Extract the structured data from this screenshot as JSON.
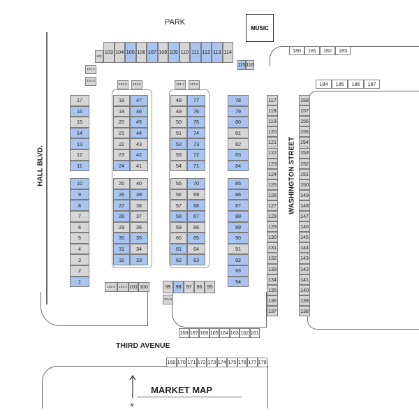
{
  "labels": {
    "park": "PARK",
    "music": "MUSIC",
    "hall": "HALL BLVD.",
    "washington": "WASHINGTON STREET",
    "third_avenue": "THIRD AVENUE",
    "market_map": "MARKET MAP",
    "north": "N"
  },
  "colors": {
    "blue": "#a9c4ee",
    "gray": "#d6d6d6",
    "white": "#ffffff"
  },
  "stall_groups": {
    "left_column": [
      "17",
      "16",
      "15",
      "14",
      "13",
      "12",
      "11",
      "",
      "10",
      "9",
      "8",
      "7",
      "6",
      "5",
      "4",
      "3",
      "2",
      "1"
    ],
    "block_a_left": [
      "18",
      "19",
      "20",
      "21",
      "22",
      "23",
      "24",
      "",
      "25",
      "26",
      "27",
      "28",
      "29",
      "30",
      "31",
      "32"
    ],
    "block_a_right": [
      "47",
      "46",
      "45",
      "44",
      "43",
      "42",
      "41",
      "",
      "40",
      "39",
      "38",
      "37",
      "36",
      "35",
      "34",
      "33"
    ],
    "block_b_left": [
      "48",
      "49",
      "50",
      "51",
      "52",
      "53",
      "54",
      "",
      "55",
      "56",
      "57",
      "58",
      "59",
      "60",
      "61",
      "62"
    ],
    "block_b_right": [
      "77",
      "76",
      "75",
      "74",
      "73",
      "72",
      "71",
      "",
      "70",
      "69",
      "68",
      "67",
      "66",
      "65",
      "64",
      "63"
    ],
    "right_inner_column": [
      "78",
      "79",
      "80",
      "81",
      "82",
      "83",
      "84",
      "",
      "85",
      "86",
      "87",
      "88",
      "89",
      "90",
      "91",
      "92",
      "93",
      "94"
    ],
    "washington_left": [
      "117",
      "118",
      "119",
      "120",
      "121",
      "122",
      "123",
      "124",
      "125",
      "126",
      "127",
      "128",
      "129",
      "130",
      "131",
      "132",
      "133",
      "134",
      "135",
      "136",
      "137"
    ],
    "washington_right": [
      "158",
      "157",
      "156",
      "155",
      "154",
      "153",
      "152",
      "151",
      "150",
      "149",
      "148",
      "147",
      "146",
      "145",
      "144",
      "143",
      "142",
      "141",
      "140",
      "139",
      "138"
    ],
    "top_row": [
      "103",
      "104",
      "105",
      "106",
      "107",
      "108",
      "109",
      "110",
      "111",
      "112",
      "113",
      "114"
    ],
    "top_right_row": [
      "180",
      "181",
      "182",
      "183"
    ],
    "mid_right_row": [
      "184",
      "185",
      "186",
      "187"
    ],
    "bottom_row_block_a": [
      "101-2",
      "101-1",
      "101",
      "100"
    ],
    "bottom_row_block_b": [
      "99",
      "98",
      "97",
      "96",
      "95"
    ],
    "third_ave_north": [
      "168",
      "167",
      "166",
      "165",
      "164",
      "163",
      "162",
      "161"
    ],
    "third_ave_south": [
      "169",
      "170",
      "171",
      "172",
      "173",
      "174",
      "175",
      "176",
      "177",
      "178"
    ],
    "small_stalls": [
      "102",
      "101-4",
      "101-3",
      "101-5",
      "101-6",
      "101-7",
      "101-8",
      "101-9",
      "115",
      "116"
    ]
  },
  "blue_stalls": [
    "16",
    "14",
    "13",
    "11",
    "10",
    "9",
    "8",
    "1",
    "47",
    "46",
    "45",
    "44",
    "42",
    "24",
    "26",
    "39",
    "27",
    "28",
    "30",
    "35",
    "31",
    "32",
    "33",
    "77",
    "76",
    "75",
    "74",
    "52",
    "73",
    "72",
    "71",
    "70",
    "68",
    "58",
    "67",
    "65",
    "61",
    "62",
    "63",
    "78",
    "79",
    "80",
    "83",
    "84",
    "85",
    "86",
    "87",
    "88",
    "89",
    "90",
    "92",
    "93",
    "94",
    "98",
    "105",
    "107",
    "109",
    "111",
    "112",
    "113",
    "115"
  ]
}
